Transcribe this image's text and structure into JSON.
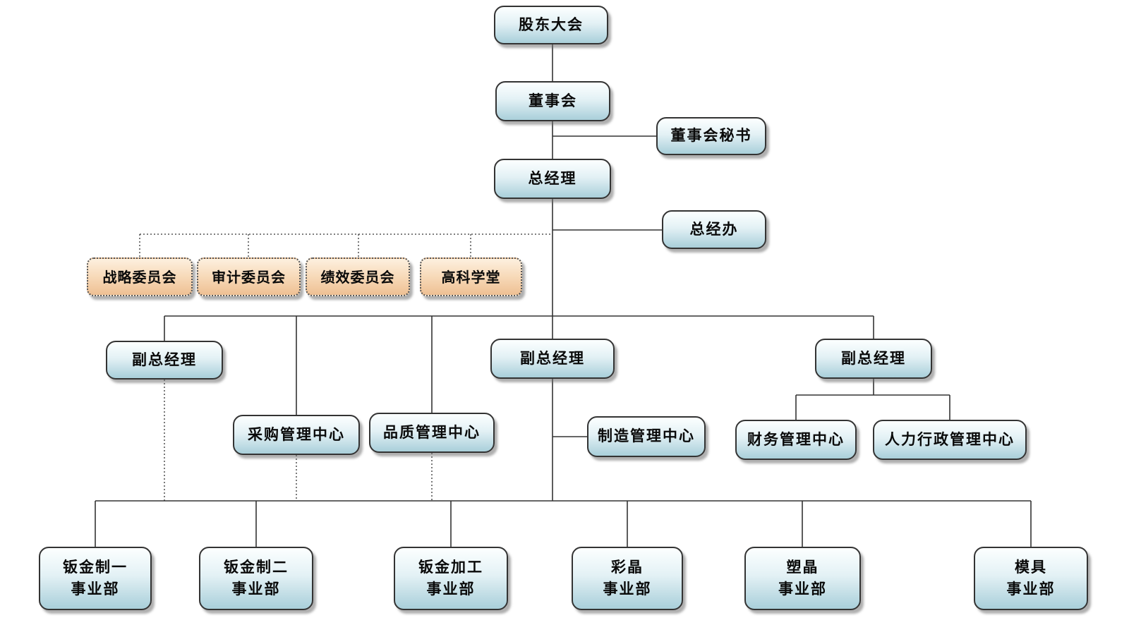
{
  "nodes": {
    "shareholders": {
      "label": "股东大会"
    },
    "board": {
      "label": "董事会"
    },
    "board_secretary": {
      "label": "董事会秘书"
    },
    "general_manager": {
      "label": "总经理"
    },
    "gm_office": {
      "label": "总经办"
    },
    "strategy_committee": {
      "label": "战略委员会"
    },
    "audit_committee": {
      "label": "审计委员会"
    },
    "performance_committee": {
      "label": "绩效委员会"
    },
    "gaoke_academy": {
      "label": "高科学堂"
    },
    "deputy_gm_left": {
      "label": "副总经理"
    },
    "deputy_gm_center": {
      "label": "副总经理"
    },
    "deputy_gm_right": {
      "label": "副总经理"
    },
    "procurement_center": {
      "label": "采购管理中心"
    },
    "quality_center": {
      "label": "品质管理中心"
    },
    "manufacturing_center": {
      "label": "制造管理中心"
    },
    "finance_center": {
      "label": "财务管理中心"
    },
    "hr_admin_center": {
      "label": "人力行政管理中心"
    },
    "sheet_metal_mfg1_division": {
      "label": "钣金制一\n事业部"
    },
    "sheet_metal_mfg2_division": {
      "label": "钣金制二\n事业部"
    },
    "sheet_metal_processing_division": {
      "label": "钣金加工\n事业部"
    },
    "color_crystal_division": {
      "label": "彩晶\n事业部"
    },
    "plastic_crystal_division": {
      "label": "塑晶\n事业部"
    },
    "mold_division": {
      "label": "模具\n事业部"
    }
  },
  "colors": {
    "node_border": "#333333",
    "node_fill_top": "#fcffff",
    "node_fill_bottom": "#a9cfda",
    "committee_fill_top": "#fdf0df",
    "committee_fill_bottom": "#eec093",
    "connector_line": "#333333"
  }
}
